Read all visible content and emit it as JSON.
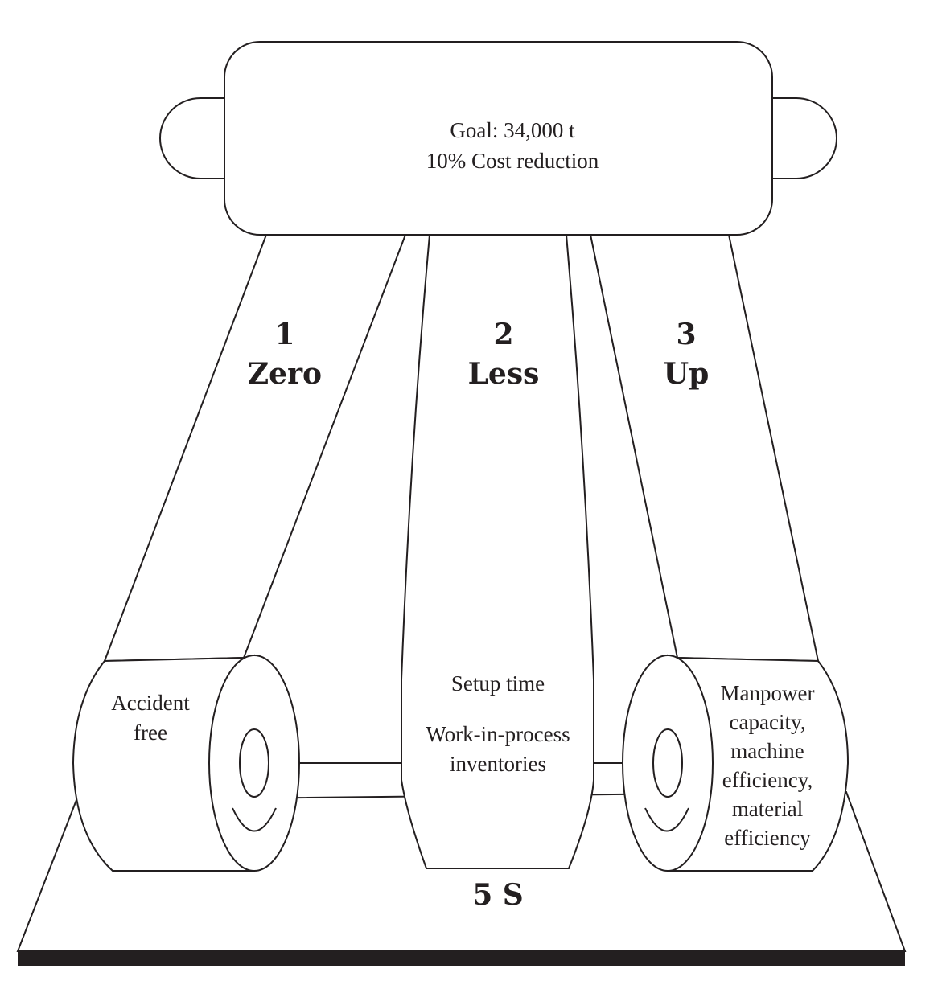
{
  "goal": {
    "line1": "Goal: 34,000 t",
    "line2": "10% Cost reduction"
  },
  "pillars": [
    {
      "number": "1",
      "title": "Zero",
      "text": [
        "Accident",
        "free"
      ]
    },
    {
      "number": "2",
      "title": "Less",
      "text": [
        "Setup time",
        "Work-in-process",
        "inventories"
      ]
    },
    {
      "number": "3",
      "title": "Up",
      "text": [
        "Manpower",
        "capacity,",
        "machine",
        "efficiency,",
        "material",
        "efficiency"
      ]
    }
  ],
  "foundation": "5 S",
  "colors": {
    "stroke": "#231f20",
    "fill": "#ffffff",
    "base": "#231f20"
  }
}
